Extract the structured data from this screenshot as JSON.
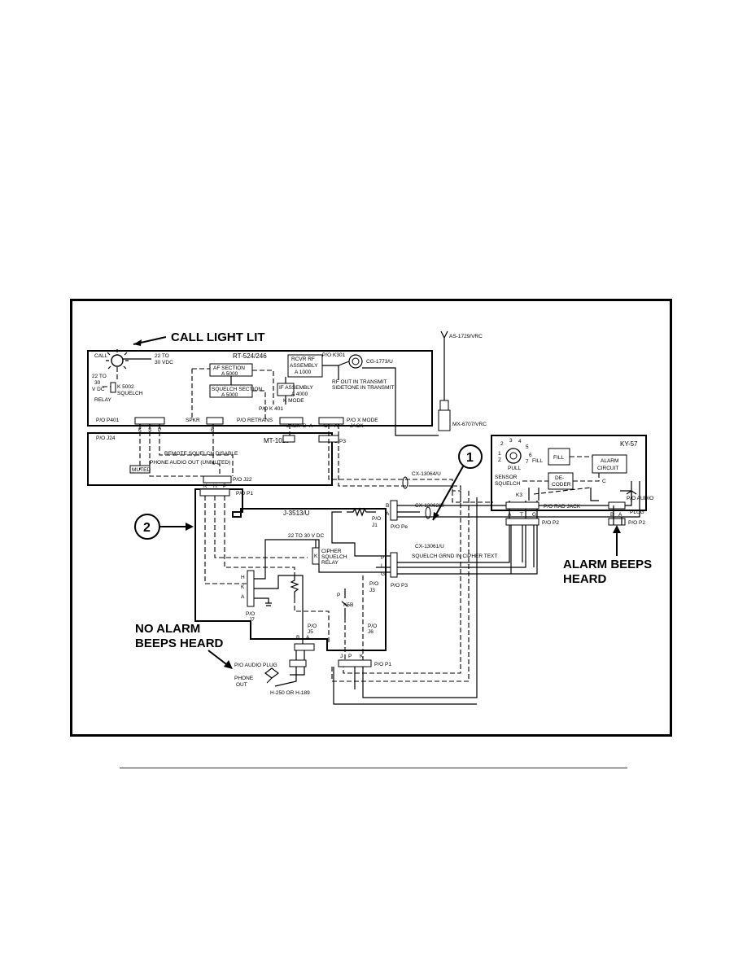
{
  "labels": {
    "call_light_lit": "CALL LIGHT LIT",
    "alarm_beeps_heard": [
      "ALARM BEEPS",
      "HEARD"
    ],
    "no_alarm_beeps_heard": [
      "NO ALARM",
      "BEEPS HEARD"
    ],
    "callout_1": "1",
    "callout_2": "2"
  },
  "rt": {
    "name": "RT-524/246",
    "call": "CALL",
    "v22a": [
      "22 TO",
      "30 VDC"
    ],
    "v22b": [
      "22 TO",
      "30",
      "V DC"
    ],
    "squelch_relay": [
      "K 5002",
      "SQUELCH",
      "RELAY"
    ],
    "af_section": [
      "AF SECTION",
      "A 5000"
    ],
    "squelch_section": [
      "SQUELCH SECTION",
      "A 5000"
    ],
    "rcvr": [
      "RCVR RF",
      "ASSEMBLY",
      "A 1000"
    ],
    "pok301": "P/O K301",
    "if_assembly": [
      "IF ASSEMBLY",
      "A 4000"
    ],
    "kmode": "K MODE",
    "pok401": "P/O K 401",
    "rf_out": "RF OUT IN TRANSMIT",
    "sidetone": "SIDETONE IN TRANSMIT",
    "cg": "CG-1773/U",
    "pop401": "P/O P401",
    "spkr": "SPKR",
    "retrans": "P/O RETRANS",
    "jack": "JACK",
    "xmode": "P/O X MODE",
    "jack2": "JACK",
    "pins_401": [
      "K",
      "S",
      "P"
    ],
    "pin_b": "B",
    "pins_retrans": [
      "B",
      "A"
    ],
    "pins_xmode": [
      "C",
      "A"
    ]
  },
  "antenna": {
    "as": "AS-1729/VRC",
    "mx": "MX-6707/VRC"
  },
  "mt": {
    "name": "MT-1029",
    "poj24": "P/O J24",
    "remote": "REMOTE SQUELCH DISABLE",
    "phone_audio": "PHONE AUDIO OUT (UNMUTED)",
    "muted": "MUTED",
    "poj22": "P/O J22",
    "pop3": "P/O P3"
  },
  "cables": {
    "cx13064": "CX-13064/U",
    "cx13062": "CX-13062/U",
    "cx13061": "CX-13061/U",
    "squelch_grnd": "SQUELCH GRND IN CIPHER TEXT"
  },
  "j3513": {
    "name": "J-3513/U",
    "pop1": "P/O P1",
    "pins_p1": [
      "K",
      "H",
      "P"
    ],
    "v22": "22 TO 30 V DC",
    "cipher_relay": [
      "CIPHER",
      "SQUELCH",
      "RELAY"
    ],
    "k": "K",
    "poj1": [
      "P/O",
      "J1"
    ],
    "poj3": [
      "P/O",
      "J3"
    ],
    "k5b": "K5B",
    "poj7": [
      "P/O",
      "J7"
    ],
    "poj5": [
      "P/O",
      "J5"
    ],
    "poj6": [
      "P/O",
      "J6"
    ],
    "pins_j7": [
      "H",
      "K",
      "A"
    ],
    "pins_j5": [
      "B",
      "A"
    ],
    "pins_j6": [
      "J",
      "P",
      "K"
    ],
    "pins_j3": [
      "P",
      "L",
      "G"
    ],
    "pins_j1": [
      "B",
      "A"
    ],
    "pope": "P/O Pe",
    "pop3b": "P/O P3",
    "pop1b": "P/O P1",
    "label_p": "P"
  },
  "audio": {
    "plug": "P/O AUDIO PLUG",
    "phone_out": [
      "PHONE",
      "OUT"
    ],
    "handset": "H-250 OR H-189"
  },
  "ky": {
    "name": "KY-57",
    "pull": "PULL",
    "fill_all": "FILL",
    "knob_nums": [
      "2",
      "3",
      "4",
      "5",
      "6",
      "7",
      "1",
      "Z"
    ],
    "fill": "FILL",
    "alarm": [
      "ALARM",
      "CIRCUIT"
    ],
    "sensor": [
      "SENSOR",
      "SQUELCH"
    ],
    "decoder": [
      "DE-",
      "CODER"
    ],
    "k3": "K3",
    "c": "C",
    "rad_jack": "P/O RAD JACK",
    "pins_rad": [
      "A",
      "T",
      "G"
    ],
    "pop2": "P/O P2",
    "audio": "P/O AUDIO",
    "plug": "PLUG",
    "pins_audio": [
      "B",
      "A"
    ],
    "pop2b": "P/O P2"
  }
}
